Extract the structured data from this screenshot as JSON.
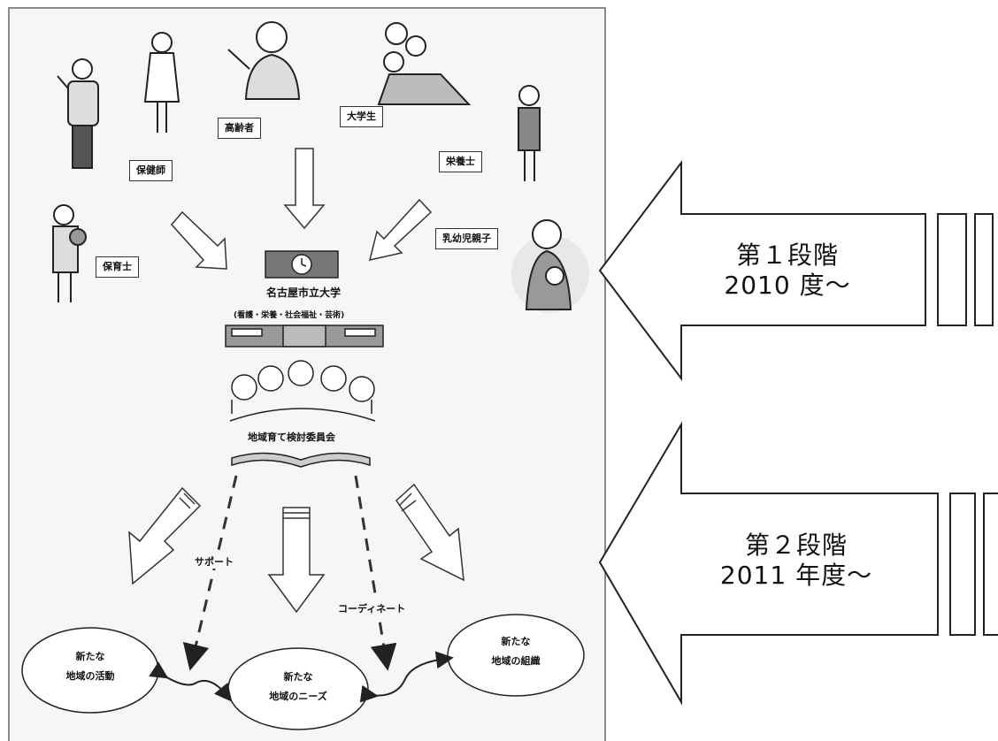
{
  "roles": {
    "parent_child_label": "乳幼児親子",
    "public_health_nurse": "保健師",
    "elderly": "高齢者",
    "university_student": "大学生",
    "dietitian": "栄養士",
    "nursery_teacher": "保育士"
  },
  "university": {
    "name": "名古屋市立大学",
    "departments": "(看護・栄養・社会福祉・芸術)"
  },
  "committee": "地域育て検討委員会",
  "relations": {
    "support": "サポート",
    "coordinate": "コーディネート"
  },
  "outcomes": {
    "activities": [
      "新たな",
      "地域の活動"
    ],
    "needs": [
      "新たな",
      "地域のニーズ"
    ],
    "organization": [
      "新たな",
      "地域の組織"
    ]
  },
  "stages": [
    {
      "title": "第１段階",
      "period": "2010 度～"
    },
    {
      "title": "第２段階",
      "period": "2011 年度～"
    }
  ]
}
